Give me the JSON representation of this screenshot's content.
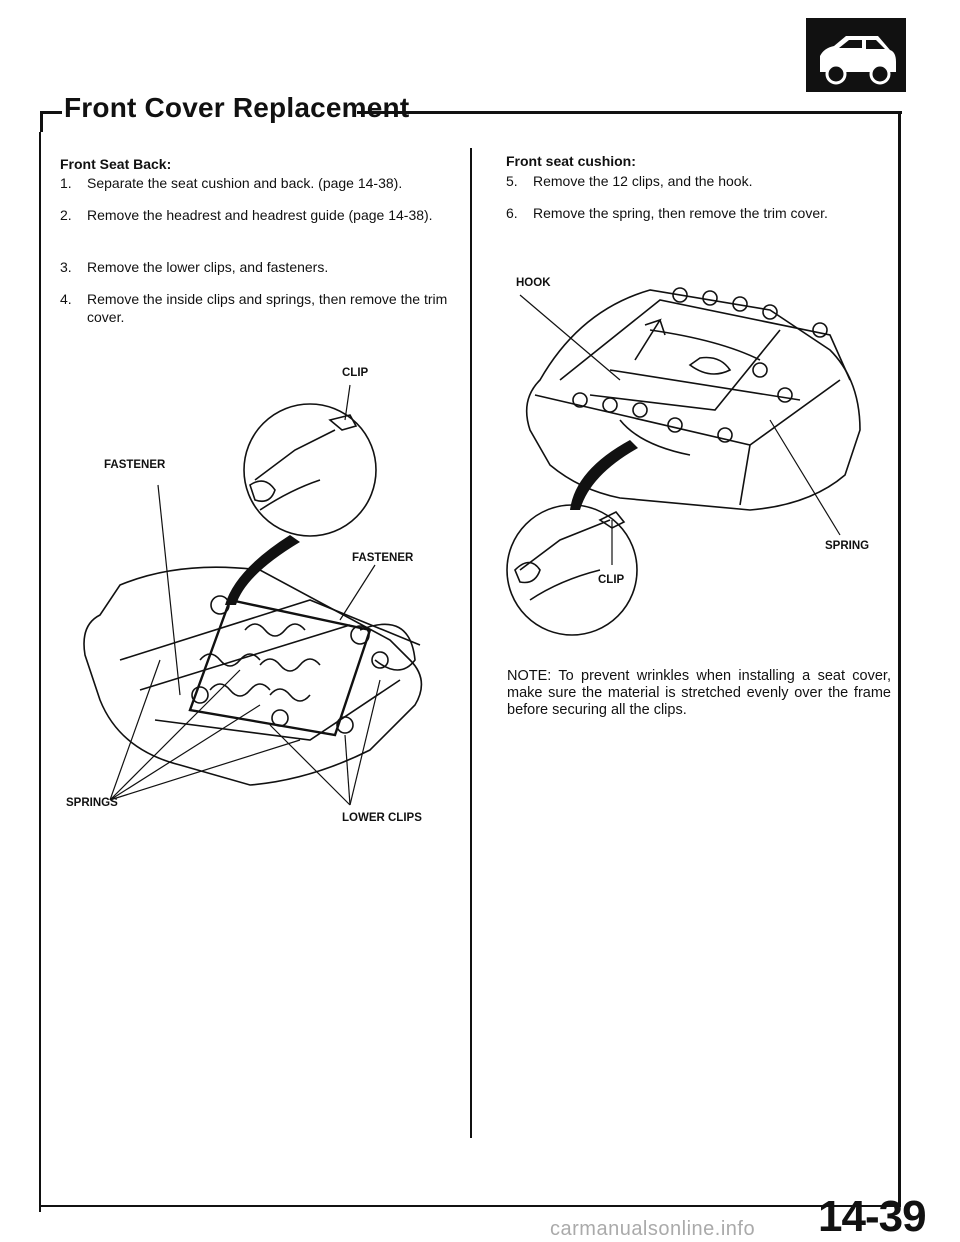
{
  "header": {
    "title": "Front Cover Replacement",
    "badge_icon": "car-hatchback-icon"
  },
  "left_column": {
    "subheading": "Front Seat Back:",
    "steps": [
      {
        "num": "1.",
        "text": "Separate the seat cushion and back. (page 14-38)."
      },
      {
        "num": "2.",
        "text": "Remove the headrest and headrest guide (page 14-38)."
      },
      {
        "num": "3.",
        "text": "Remove the lower clips, and fasteners."
      },
      {
        "num": "4.",
        "text": "Remove the inside clips and springs, then remove the trim cover."
      }
    ],
    "figure_labels": {
      "clip": "CLIP",
      "fastener_left": "FASTENER",
      "fastener_right": "FASTENER",
      "springs": "SPRINGS",
      "lower_clips": "LOWER CLIPS"
    }
  },
  "right_column": {
    "subheading": "Front seat cushion:",
    "steps": [
      {
        "num": "5.",
        "text": "Remove the 12 clips, and the hook."
      },
      {
        "num": "6.",
        "text": "Remove the spring, then remove the trim cover."
      }
    ],
    "figure_labels": {
      "hook": "HOOK",
      "spring": "SPRING",
      "clip": "CLIP"
    },
    "note": "NOTE: To prevent wrinkles when installing a seat cover, make sure the material is stretched evenly over the frame before securing all the clips."
  },
  "footer": {
    "page_number": "14-39",
    "watermark": "carmanualsonline.info"
  }
}
